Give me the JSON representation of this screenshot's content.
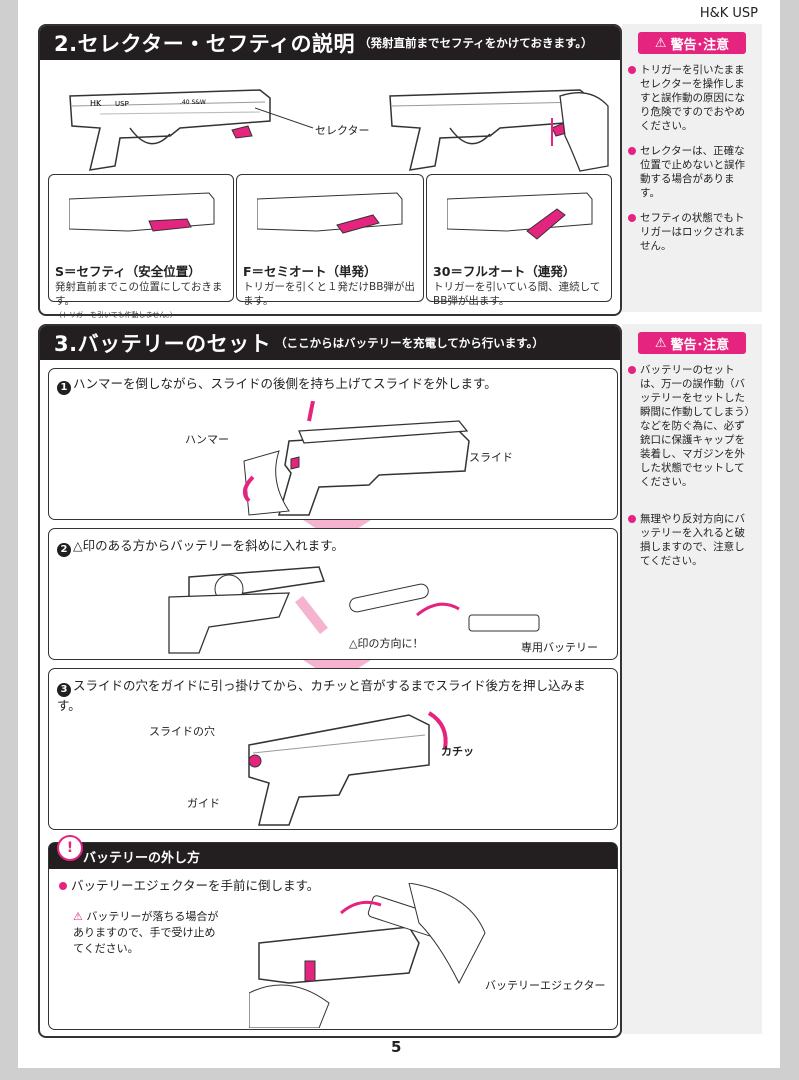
{
  "header": {
    "doc_id": "H&K USP"
  },
  "section2": {
    "title": "2.セレクター・セフティの説明",
    "subtitle": "（発射直前までセフティをかけておきます。）",
    "gun_marks": {
      "brand": "HK",
      "model": "USP",
      "caliber": ".40 S&W"
    },
    "selector_label": "セレクター",
    "modes": [
      {
        "name": "S＝セフティ（安全位置）",
        "desc": "発射直前までこの位置にしておきます。",
        "note": "（トリガーを引いても作動しません。）"
      },
      {
        "name": "F＝セミオート（単発）",
        "desc": "トリガーを引くと１発だけBB弾が出ます。",
        "note": ""
      },
      {
        "name": "30＝フルオート（連発）",
        "desc": "トリガーを引いている間、連続してBB弾が出ます。",
        "note": ""
      }
    ],
    "warning": {
      "badge": "警告･注意",
      "items": [
        "トリガーを引いたままセレクターを操作しますと誤作動の原因になり危険ですのでおやめください。",
        "セレクターは、正確な位置で止めないと誤作動する場合があります。",
        "セフティの状態でもトリガーはロックされません。"
      ]
    }
  },
  "section3": {
    "title": "3.バッテリーのセット",
    "subtitle": "（ここからはバッテリーを充電してから行います。）",
    "steps": [
      {
        "num": "1",
        "text": "ハンマーを倒しながら、スライドの後側を持ち上げてスライドを外します。",
        "labels": [
          "ハンマー",
          "スライド"
        ]
      },
      {
        "num": "2",
        "text": "△印のある方からバッテリーを斜めに入れます。",
        "labels": [
          "△印の方向に！",
          "専用バッテリー"
        ]
      },
      {
        "num": "3",
        "text": "スライドの穴をガイドに引っ掛けてから、カチッと音がするまでスライド後方を押し込みます。",
        "labels": [
          "スライドの穴",
          "ガイド",
          "カチッ"
        ]
      }
    ],
    "removal": {
      "title": "バッテリーの外し方",
      "instruction": "バッテリーエジェクターを手前に倒します。",
      "caution": "バッテリーが落ちる場合がありますので、手で受け止めてください。",
      "label": "バッテリーエジェクター"
    },
    "warning": {
      "badge": "警告･注意",
      "items": [
        "バッテリーのセットは、万一の誤作動（バッテリーをセットした瞬間に作動してしまう）などを防ぐ為に、必ず銃口に保護キャップを装着し、マガジンを外した状態でセットしてください。",
        "無理やり反対方向にバッテリーを入れると破損しますので、注意してください。"
      ]
    }
  },
  "footer": {
    "page_number": "5"
  },
  "colors": {
    "accent": "#e5247f",
    "dark": "#231f20",
    "arrow": "#f6b3d0"
  }
}
